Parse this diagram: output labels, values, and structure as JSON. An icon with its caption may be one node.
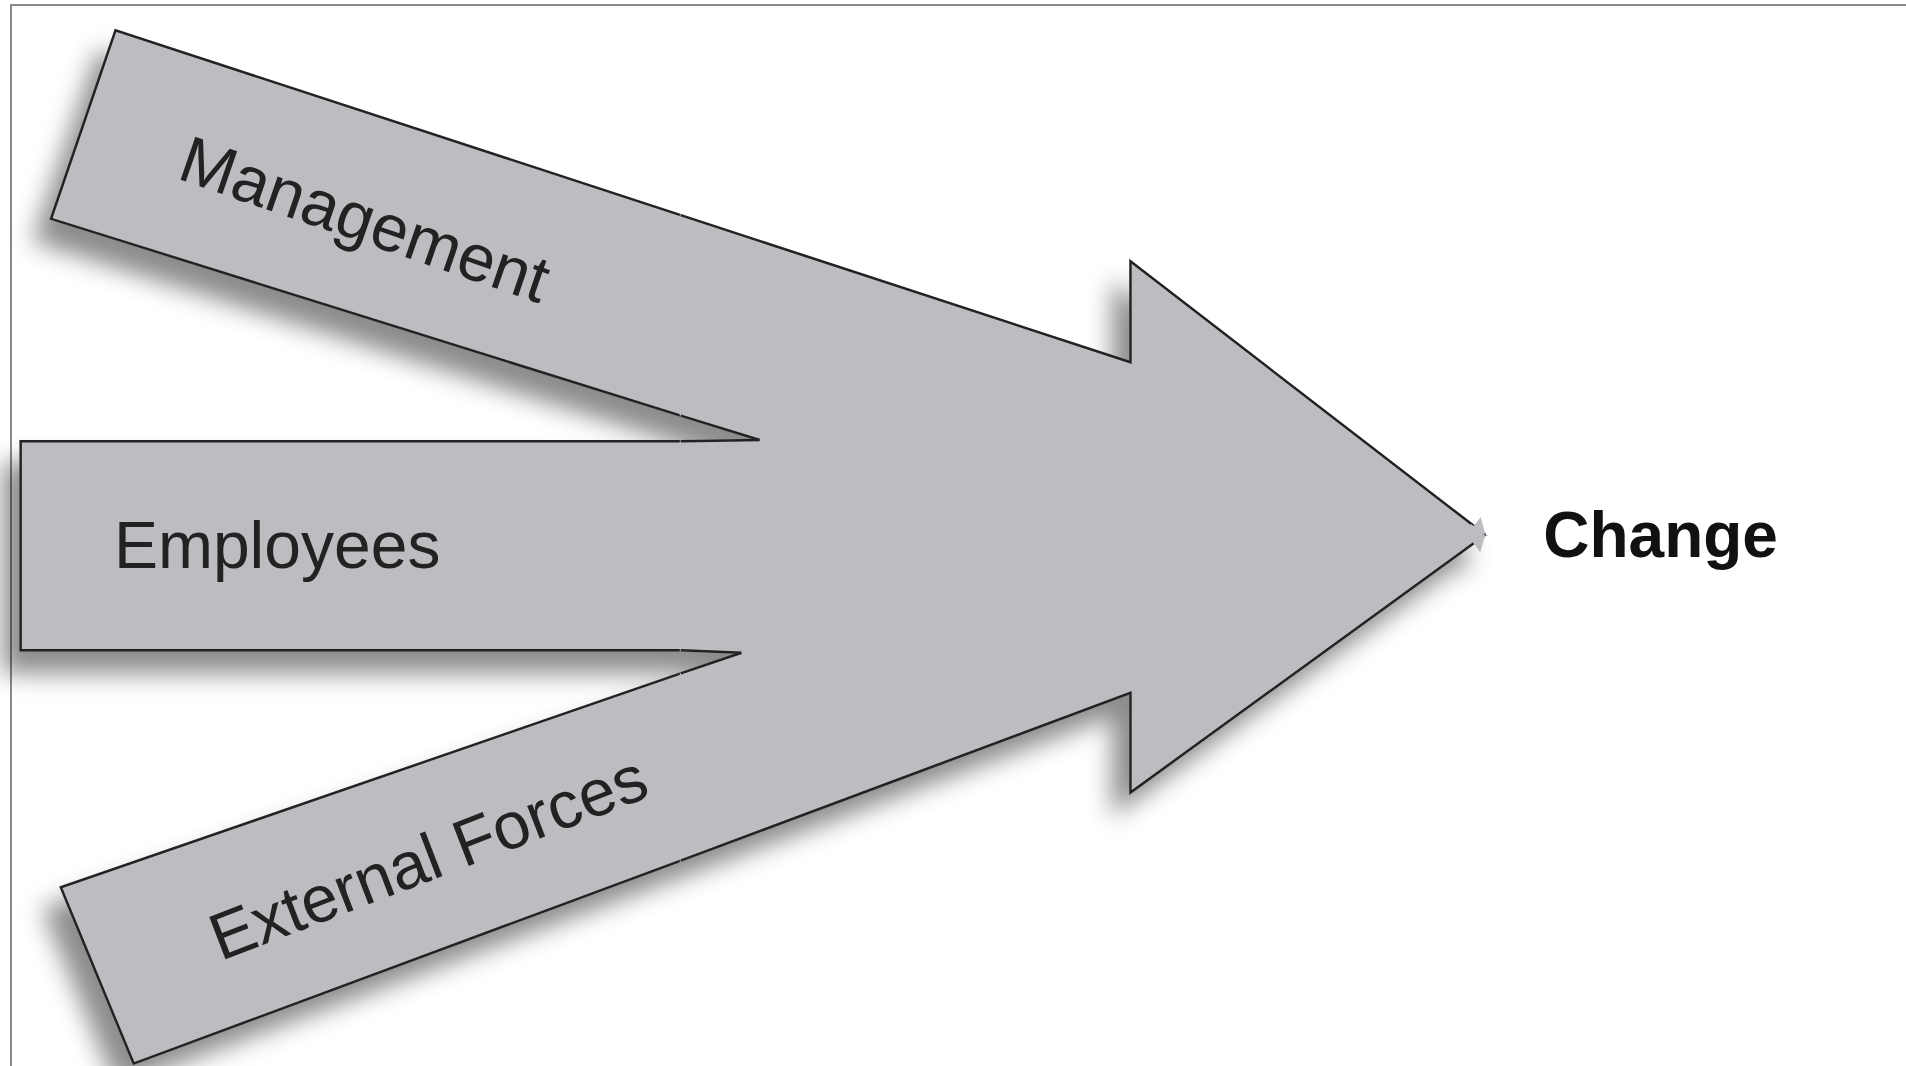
{
  "diagram": {
    "nodes": [
      {
        "text": [
          "Management"
        ]
      },
      {
        "text": [
          "Employees"
        ]
      },
      {
        "text": [
          "External Forces"
        ]
      },
      {
        "text": [
          "Change"
        ]
      }
    ],
    "edges": [
      {
        "from": 0,
        "to": 3,
        "arrow": "to"
      },
      {
        "from": 1,
        "to": 3,
        "arrow": "to",
        "color": "#bcbdc0"
      },
      {
        "from": 2,
        "to": 3,
        "arrow": "to"
      }
    ]
  }
}
